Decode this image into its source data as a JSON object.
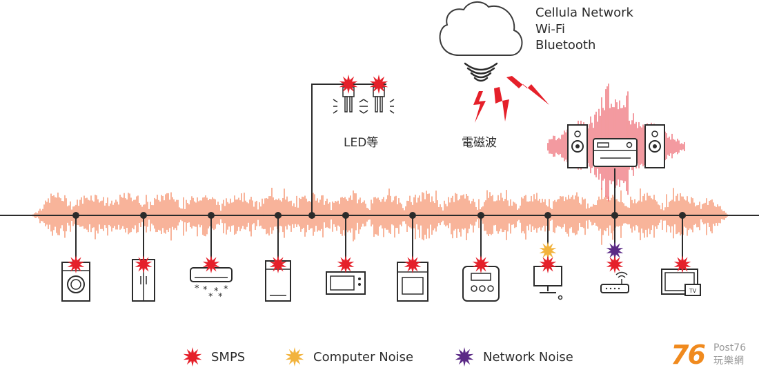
{
  "cloud": {
    "lines": [
      "Cellula Network",
      "Wi-Fi",
      "Bluetooth"
    ]
  },
  "led_label": "LED等",
  "em_label": "電磁波",
  "appliances": [
    {
      "icon": "washing-machine-icon",
      "noise": [
        "smps"
      ]
    },
    {
      "icon": "refrigerator-icon",
      "noise": [
        "smps"
      ]
    },
    {
      "icon": "air-conditioner-icon",
      "noise": [
        "smps"
      ]
    },
    {
      "icon": "dishwasher-icon",
      "noise": [
        "smps"
      ]
    },
    {
      "icon": "microwave-icon",
      "noise": [
        "smps"
      ]
    },
    {
      "icon": "oven-icon",
      "noise": [
        "smps"
      ]
    },
    {
      "icon": "rice-cooker-icon",
      "noise": [
        "smps"
      ]
    },
    {
      "icon": "computer-icon",
      "noise": [
        "computer",
        "smps"
      ]
    },
    {
      "icon": "router-icon",
      "noise": [
        "network",
        "smps"
      ]
    },
    {
      "icon": "tv-icon",
      "noise": [
        "smps"
      ]
    }
  ],
  "legend": [
    {
      "key": "smps",
      "label": "SMPS",
      "color": "#e5202a"
    },
    {
      "key": "computer",
      "label": "Computer Noise",
      "color": "#f2b33d"
    },
    {
      "key": "network",
      "label": "Network Noise",
      "color": "#5b2a86"
    }
  ],
  "colors": {
    "noise_wave": "#f26b3a",
    "line": "#2b2b2b",
    "lightning": "#e5202a"
  },
  "watermark": {
    "number": "76",
    "site": "Post76",
    "chinese": "玩樂網"
  }
}
